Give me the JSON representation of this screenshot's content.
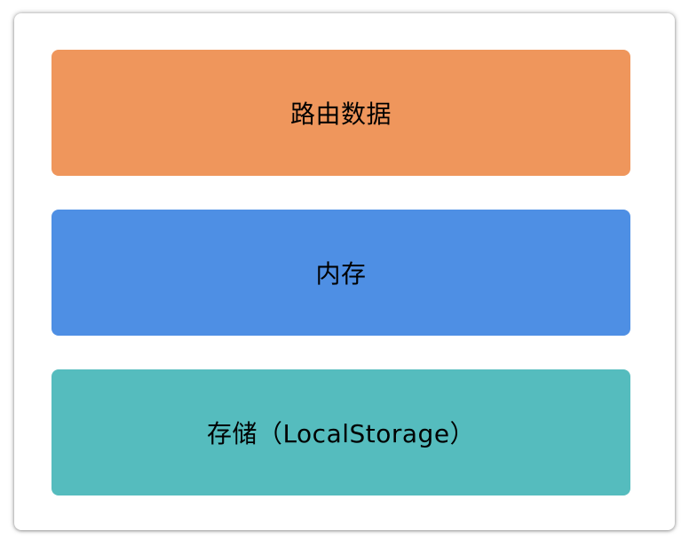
{
  "layers": [
    {
      "label": "路由数据",
      "color": "#EF965C"
    },
    {
      "label": "内存",
      "color": "#4E8FE4"
    },
    {
      "label": "存储（LocalStorage）",
      "color": "#55BCBE"
    }
  ]
}
